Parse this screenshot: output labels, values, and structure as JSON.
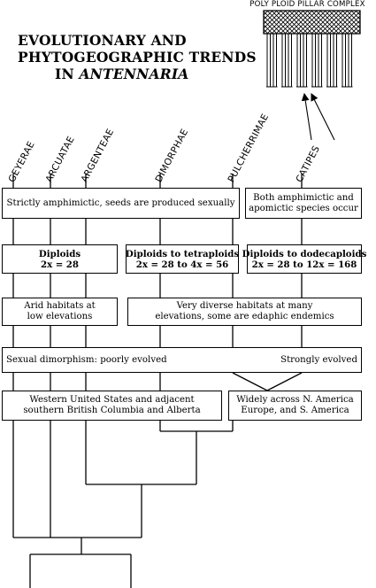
{
  "title": {
    "line1": "EVOLUTIONARY AND",
    "line2": "PHYTOGEOGRAPHIC TRENDS",
    "line3_prefix": "IN",
    "line3_genus": "ANTENNARIA"
  },
  "polyploid_label": "POLY PLOID PILLAR COMPLEX",
  "sections": [
    "GEYERAE",
    "ARCUATAE",
    "ARGENTEAE",
    "DIMORPHAE",
    "PULCHERRIMAE",
    "CATIPES"
  ],
  "boxes": {
    "reproduction_sexual": "Strictly amphimictic, seeds are produced sexually",
    "reproduction_mixed_1": "Both amphimictic and",
    "reproduction_mixed_2": "apomictic species occur",
    "ploidy_diploid_1": "Diploids",
    "ploidy_diploid_2": "2x = 28",
    "ploidy_tetra_1": "Diploids to tetraploids",
    "ploidy_tetra_2": "2x = 28 to 4x = 56",
    "ploidy_dodeca_1": "Diploids to dodecaploids",
    "ploidy_dodeca_2": "2x = 28 to 12x = 168",
    "habitat_arid_1": "Arid habitats at",
    "habitat_arid_2": "low elevations",
    "habitat_diverse_1": "Very diverse habitats at many",
    "habitat_diverse_2": "elevations, some are edaphic endemics",
    "dimorphism_left": "Sexual dimorphism: poorly evolved",
    "dimorphism_right": "Strongly evolved",
    "range_west_1": "Western United States and adjacent",
    "range_west_2": "southern British Columbia and Alberta",
    "range_wide_1": "Widely across N. America",
    "range_wide_2": "Europe, and S. America"
  }
}
